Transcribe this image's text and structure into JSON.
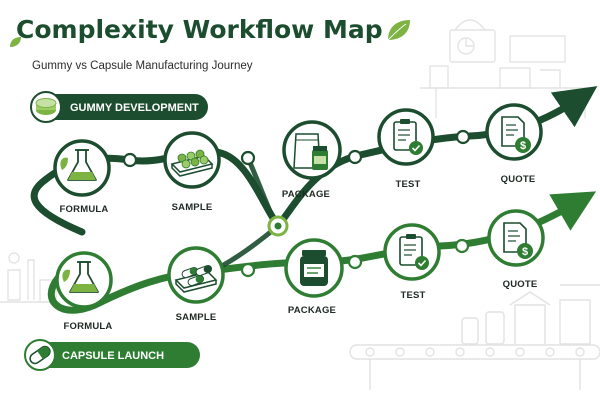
{
  "header": {
    "title": "Complexity Workflow Map",
    "subtitle": "Gummy vs Capsule Manufacturing Journey"
  },
  "tracks": {
    "gummy": {
      "label": "GUMMY DEVELOPMENT",
      "steps": [
        "FORMULA",
        "SAMPLE",
        "PACKAGE",
        "TEST",
        "QUOTE"
      ]
    },
    "capsule": {
      "label": "CAPSULE LAUNCH",
      "steps": [
        "FORMULA",
        "SAMPLE",
        "PACKAGE",
        "TEST",
        "QUOTE"
      ]
    }
  },
  "colors": {
    "dark_green": "#1b4d2e",
    "mid_green": "#2e7d32",
    "light_green": "#7cb342",
    "pale_green": "#dcedc8",
    "gray_bg": "#e6e6e6"
  },
  "icons": {
    "gummy": [
      "flask-icon",
      "gummy-tray-icon",
      "bag-and-jar-icon",
      "clipboard-check-icon",
      "dollar-document-icon"
    ],
    "capsule": [
      "flask-icon",
      "capsule-tray-icon",
      "jar-icon",
      "clipboard-check-icon",
      "dollar-document-icon"
    ]
  }
}
